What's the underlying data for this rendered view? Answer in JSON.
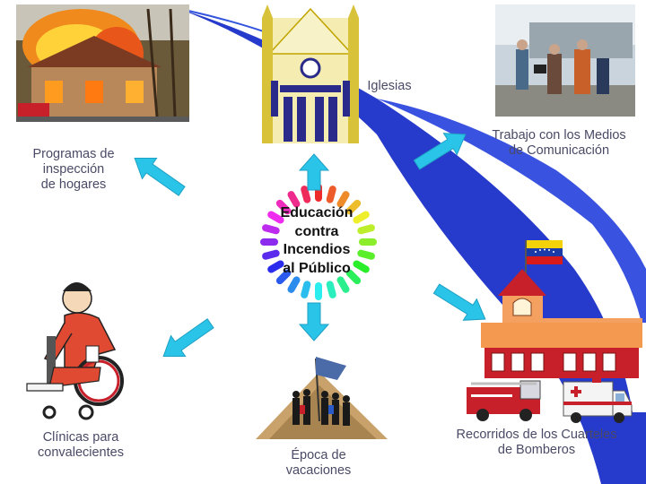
{
  "center": {
    "text": "Educación\ncontra\nIncendios\nal Público"
  },
  "labels": {
    "iglesias": "Iglesias",
    "medios": "Trabajo con los Medios\nde Comunicación",
    "inspeccion": "Programas de\ninspección\nde hogares",
    "clinicas": "Clínicas para\nconvalecientes",
    "vacaciones": "Época de\nvacaciones",
    "cuarteles": "Recorridos de los Cuarteles\nde Bomberos"
  },
  "colors": {
    "arrow": "#29c4e8",
    "swoosh": "#2233cc",
    "label_text": "#4a4a66"
  },
  "icons": [
    "house-fire-photo",
    "church-icon",
    "media-crew-photo",
    "wheelchair-person-icon",
    "camping-group-icon",
    "fire-station-icon",
    "fire-truck-icon",
    "ambulance-icon",
    "venezuela-flag-icon"
  ]
}
